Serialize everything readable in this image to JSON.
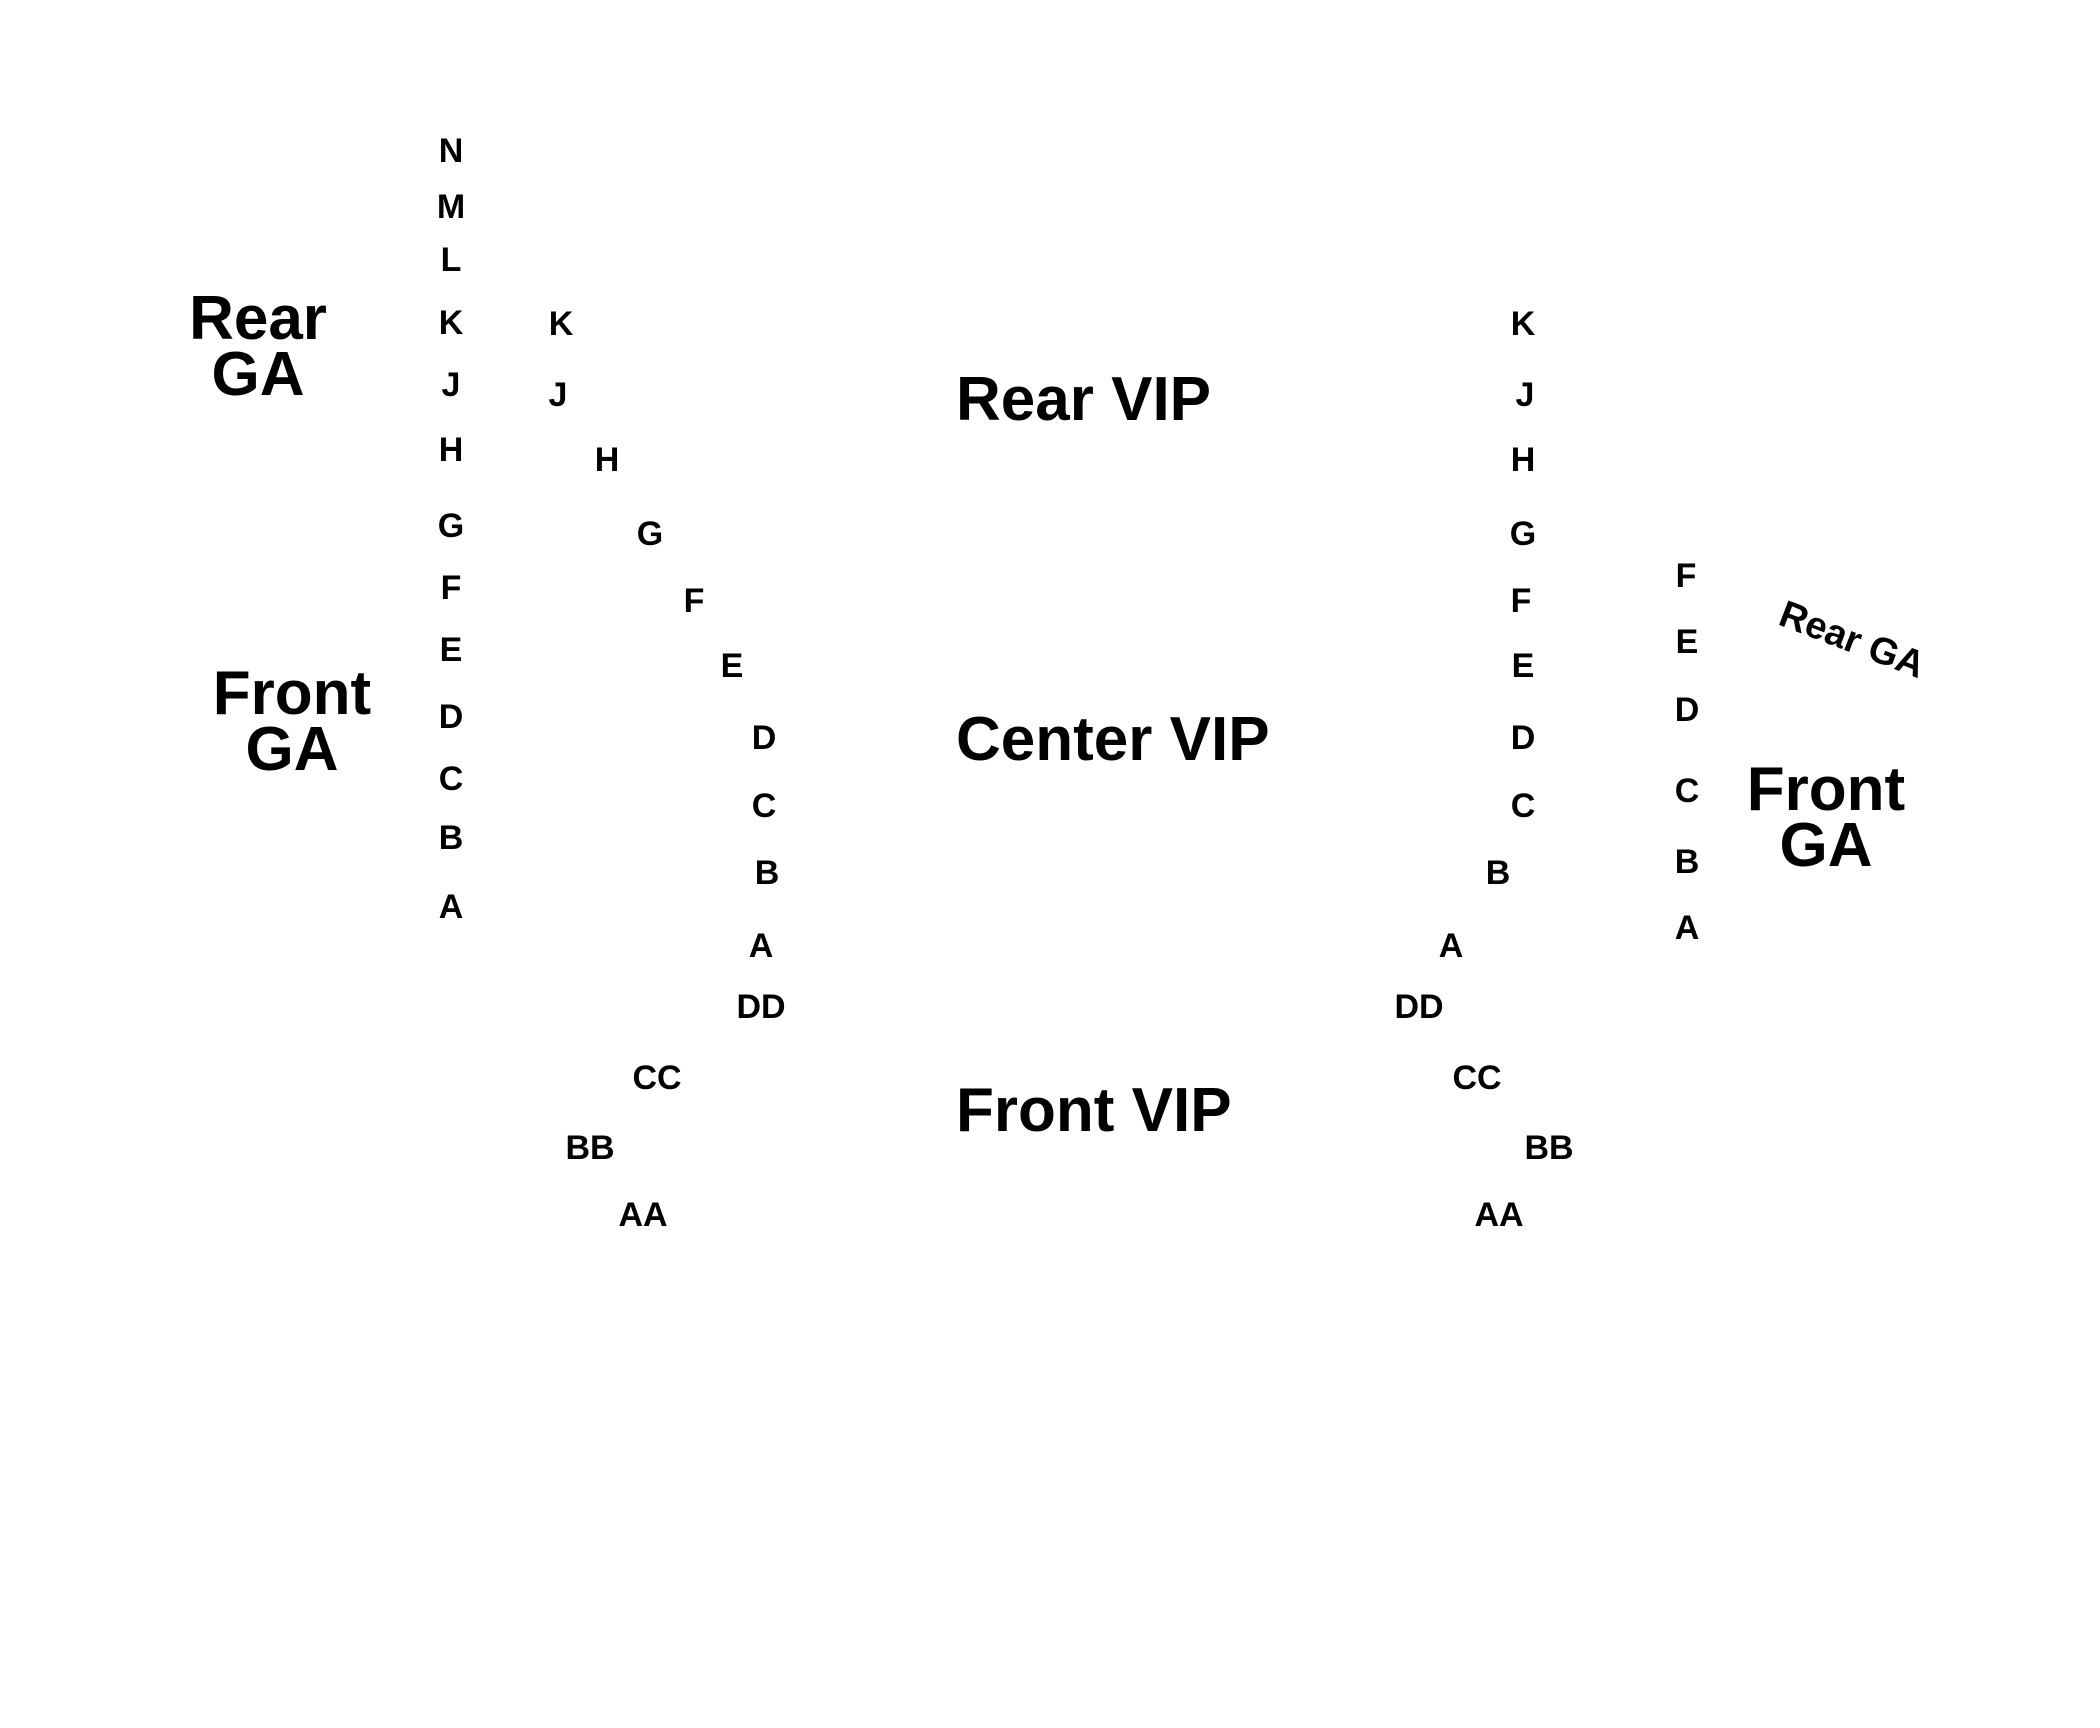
{
  "sections": {
    "left_rear_ga": {
      "line1": "Rear",
      "line2": "GA"
    },
    "left_front_ga": {
      "line1": "Front",
      "line2": "GA"
    },
    "rear_vip": "Rear VIP",
    "center_vip": "Center VIP",
    "front_vip": "Front VIP",
    "right_rear_ga": "Rear GA",
    "right_front_ga": {
      "line1": "Front",
      "line2": "GA"
    }
  },
  "rows": {
    "left_ga": [
      "N",
      "M",
      "L",
      "K",
      "J",
      "H",
      "G",
      "F",
      "E",
      "D",
      "C",
      "B",
      "A"
    ],
    "left_vip": [
      "K",
      "J",
      "H",
      "G",
      "F",
      "E",
      "D",
      "C",
      "B",
      "A",
      "DD",
      "CC",
      "BB",
      "AA"
    ],
    "right_vip": [
      "K",
      "J",
      "H",
      "G",
      "F",
      "E",
      "D",
      "C",
      "B",
      "A",
      "DD",
      "CC",
      "BB",
      "AA"
    ],
    "right_ga": [
      "F",
      "E",
      "D",
      "C",
      "B",
      "A"
    ]
  }
}
